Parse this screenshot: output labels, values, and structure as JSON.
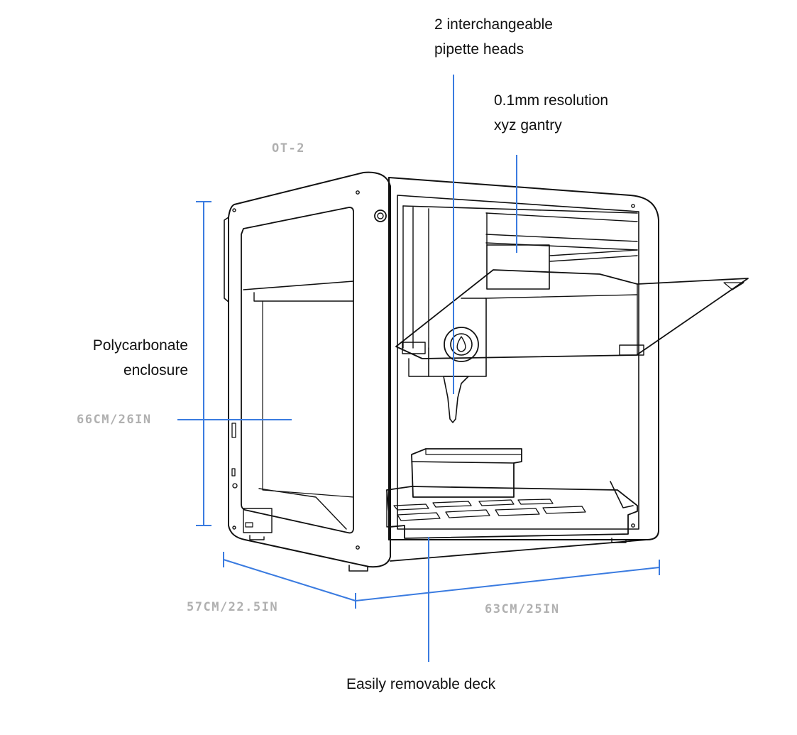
{
  "model_label": "OT-2",
  "callouts": {
    "pipette_heads": [
      "2 interchangeable",
      "pipette heads"
    ],
    "gantry": [
      "0.1mm resolution",
      "xyz gantry"
    ],
    "enclosure": [
      "Polycarbonate",
      "enclosure"
    ],
    "deck": "Easily removable deck"
  },
  "dimensions": {
    "height": "66CM/26IN",
    "depth": "57CM/22.5IN",
    "width": "63CM/25IN"
  },
  "colors": {
    "callout_line": "#3a7be0",
    "outline": "#111111",
    "dimension_text": "#b0b0b0"
  }
}
